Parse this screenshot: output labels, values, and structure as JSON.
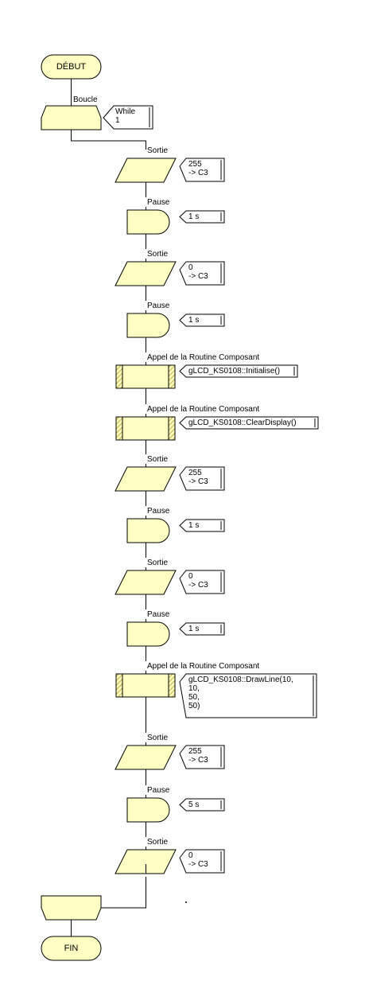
{
  "flowchart": {
    "start_label": "DÉBUT",
    "end_label": "FIN",
    "loop": {
      "label": "Boucle",
      "condition": "While\n1"
    },
    "steps": [
      {
        "type": "output",
        "label": "Sortie",
        "note": "255\n-> C3"
      },
      {
        "type": "delay",
        "label": "Pause",
        "note": "1 s"
      },
      {
        "type": "output",
        "label": "Sortie",
        "note": "0\n-> C3"
      },
      {
        "type": "delay",
        "label": "Pause",
        "note": "1 s"
      },
      {
        "type": "call",
        "label": "Appel de la Routine Composant",
        "note": "gLCD_KS0108::Initialise()"
      },
      {
        "type": "call",
        "label": "Appel de la Routine Composant",
        "note": "gLCD_KS0108::ClearDisplay()"
      },
      {
        "type": "output",
        "label": "Sortie",
        "note": "255\n-> C3"
      },
      {
        "type": "delay",
        "label": "Pause",
        "note": "1 s"
      },
      {
        "type": "output",
        "label": "Sortie",
        "note": "0\n-> C3"
      },
      {
        "type": "delay",
        "label": "Pause",
        "note": "1 s"
      },
      {
        "type": "call",
        "label": "Appel de la Routine Composant",
        "note": "gLCD_KS0108::DrawLine(10,\n10,\n50,\n50)"
      },
      {
        "type": "output",
        "label": "Sortie",
        "note": "255\n-> C3"
      },
      {
        "type": "delay",
        "label": "Pause",
        "note": "5 s"
      },
      {
        "type": "output",
        "label": "Sortie",
        "note": "0\n-> C3"
      }
    ],
    "colors": {
      "fill": "#ffffc4",
      "stroke": "#000000",
      "hatch": "#b08a00"
    }
  }
}
